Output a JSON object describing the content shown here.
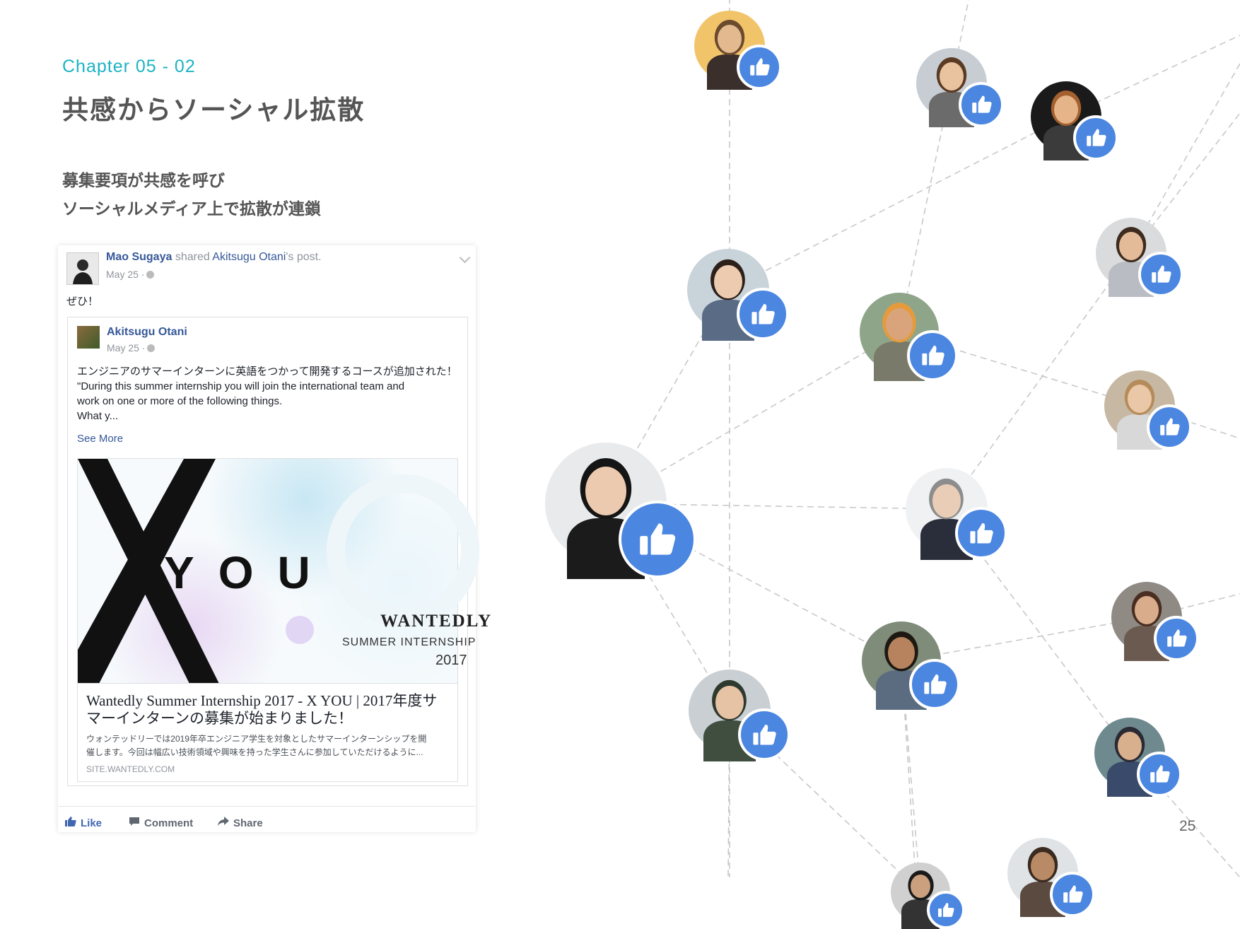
{
  "header": {
    "chapter_label": "Chapter 05",
    "chapter_sep": " - ",
    "chapter_sub": "02",
    "title": "共感からソーシャル拡散",
    "lead_line1": "募集要項が共感を呼び",
    "lead_line2": "ソーシャルメディア上で拡散が連鎖"
  },
  "page_number": "25",
  "post": {
    "sharer_name": "Mao Sugaya",
    "shared_text": "shared",
    "author_possessive": "Akitsugu Otani",
    "post_word": "'s post.",
    "date": "May 25 ·",
    "message": "ぜひ！",
    "inner": {
      "author": "Akitsugu Otani",
      "date": "May 25 ·",
      "text_lines": [
        "エンジニアのサマーインターンに英語をつかって開発するコースが追加された！",
        "\"During this summer internship you will join the international team and",
        "work on one or more of the following things.",
        "What y..."
      ],
      "see_more": "See More",
      "image": {
        "you_text": "YOU",
        "wanted_text": "WANTEDLY",
        "summer_text": "SUMMER INTERNSHIP",
        "year_text": "2017"
      },
      "link": {
        "title": "Wantedly Summer Internship 2017 - X YOU | 2017年度サマーインターンの募集が始まりました！",
        "desc_lines": [
          "ウォンテッドリーでは2019年卒エンジニア学生を対象としたサマーインターンシップを開",
          "催します。今回は幅広い技術領域や興味を持った学生さんに参加していただけるように..."
        ],
        "site": "SITE.WANTEDLY.COM"
      }
    },
    "actions": {
      "like": "Like",
      "comment": "Comment",
      "share": "Share"
    }
  },
  "colors": {
    "accent": "#1cb3c4",
    "like_badge": "#4b86e1",
    "fb_link": "#365899",
    "edge": "#c8c8c8"
  },
  "icons": {
    "like_badge": "thumbs-up-icon",
    "globe": "globe-icon",
    "chevron": "chevron-down-icon",
    "comment": "comment-icon",
    "share": "share-icon"
  }
}
